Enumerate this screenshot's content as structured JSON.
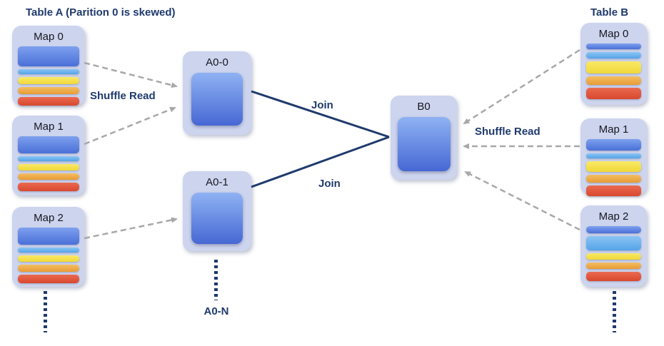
{
  "table_a": {
    "title": "Table A (Parition 0 is skewed)",
    "maps": [
      {
        "label": "Map 0",
        "bars": [
          {
            "c": "blue",
            "h": 28
          },
          {
            "c": "skyblue",
            "h": 7
          },
          {
            "c": "yellow",
            "h": 10
          },
          {
            "c": "orange",
            "h": 10
          },
          {
            "c": "red",
            "h": 12
          }
        ]
      },
      {
        "label": "Map 1",
        "bars": [
          {
            "c": "blue",
            "h": 24
          },
          {
            "c": "skyblue",
            "h": 7
          },
          {
            "c": "yellow",
            "h": 9
          },
          {
            "c": "orange",
            "h": 9
          },
          {
            "c": "red",
            "h": 12
          }
        ]
      },
      {
        "label": "Map 2",
        "bars": [
          {
            "c": "blue",
            "h": 24
          },
          {
            "c": "skyblue",
            "h": 7
          },
          {
            "c": "yellow",
            "h": 9
          },
          {
            "c": "orange",
            "h": 10
          },
          {
            "c": "red",
            "h": 12
          }
        ]
      }
    ]
  },
  "table_b": {
    "title": "Table B",
    "maps": [
      {
        "label": "Map 0",
        "bars": [
          {
            "c": "blue",
            "h": 8
          },
          {
            "c": "skyblue",
            "h": 9
          },
          {
            "c": "yellow",
            "h": 17
          },
          {
            "c": "orange",
            "h": 12
          },
          {
            "c": "red",
            "h": 16
          }
        ]
      },
      {
        "label": "Map 1",
        "bars": [
          {
            "c": "blue",
            "h": 16
          },
          {
            "c": "skyblue",
            "h": 7
          },
          {
            "c": "yellow",
            "h": 15
          },
          {
            "c": "orange",
            "h": 11
          },
          {
            "c": "red",
            "h": 15
          }
        ]
      },
      {
        "label": "Map 2",
        "bars": [
          {
            "c": "blue",
            "h": 10
          },
          {
            "c": "skyblue",
            "h": 20
          },
          {
            "c": "yellow",
            "h": 9
          },
          {
            "c": "orange",
            "h": 9
          },
          {
            "c": "red",
            "h": 13
          }
        ]
      }
    ]
  },
  "partitions": {
    "a00": "A0-0",
    "a01": "A0-1",
    "b0": "B0",
    "a0n": "A0-N"
  },
  "labels": {
    "shuffle_read_left": "Shuffle Read",
    "shuffle_read_right": "Shuffle Read",
    "join_top": "Join",
    "join_bottom": "Join"
  },
  "colors": {
    "navy": "#1f3a6d",
    "arrow_gray": "#a8a8a8",
    "box_bg": "#cdd4ee",
    "big_square_gradient": [
      "#8fb2f3",
      "#4768d4"
    ],
    "bar_colors": {
      "blue": [
        "#7da0ee",
        "#4a70d8"
      ],
      "skyblue": [
        "#8ac4f4",
        "#55a4e8"
      ],
      "yellow": [
        "#f9e967",
        "#f0d838"
      ],
      "orange": [
        "#f3bd63",
        "#e89c34"
      ],
      "red": [
        "#ea6a50",
        "#d8482e"
      ]
    }
  }
}
